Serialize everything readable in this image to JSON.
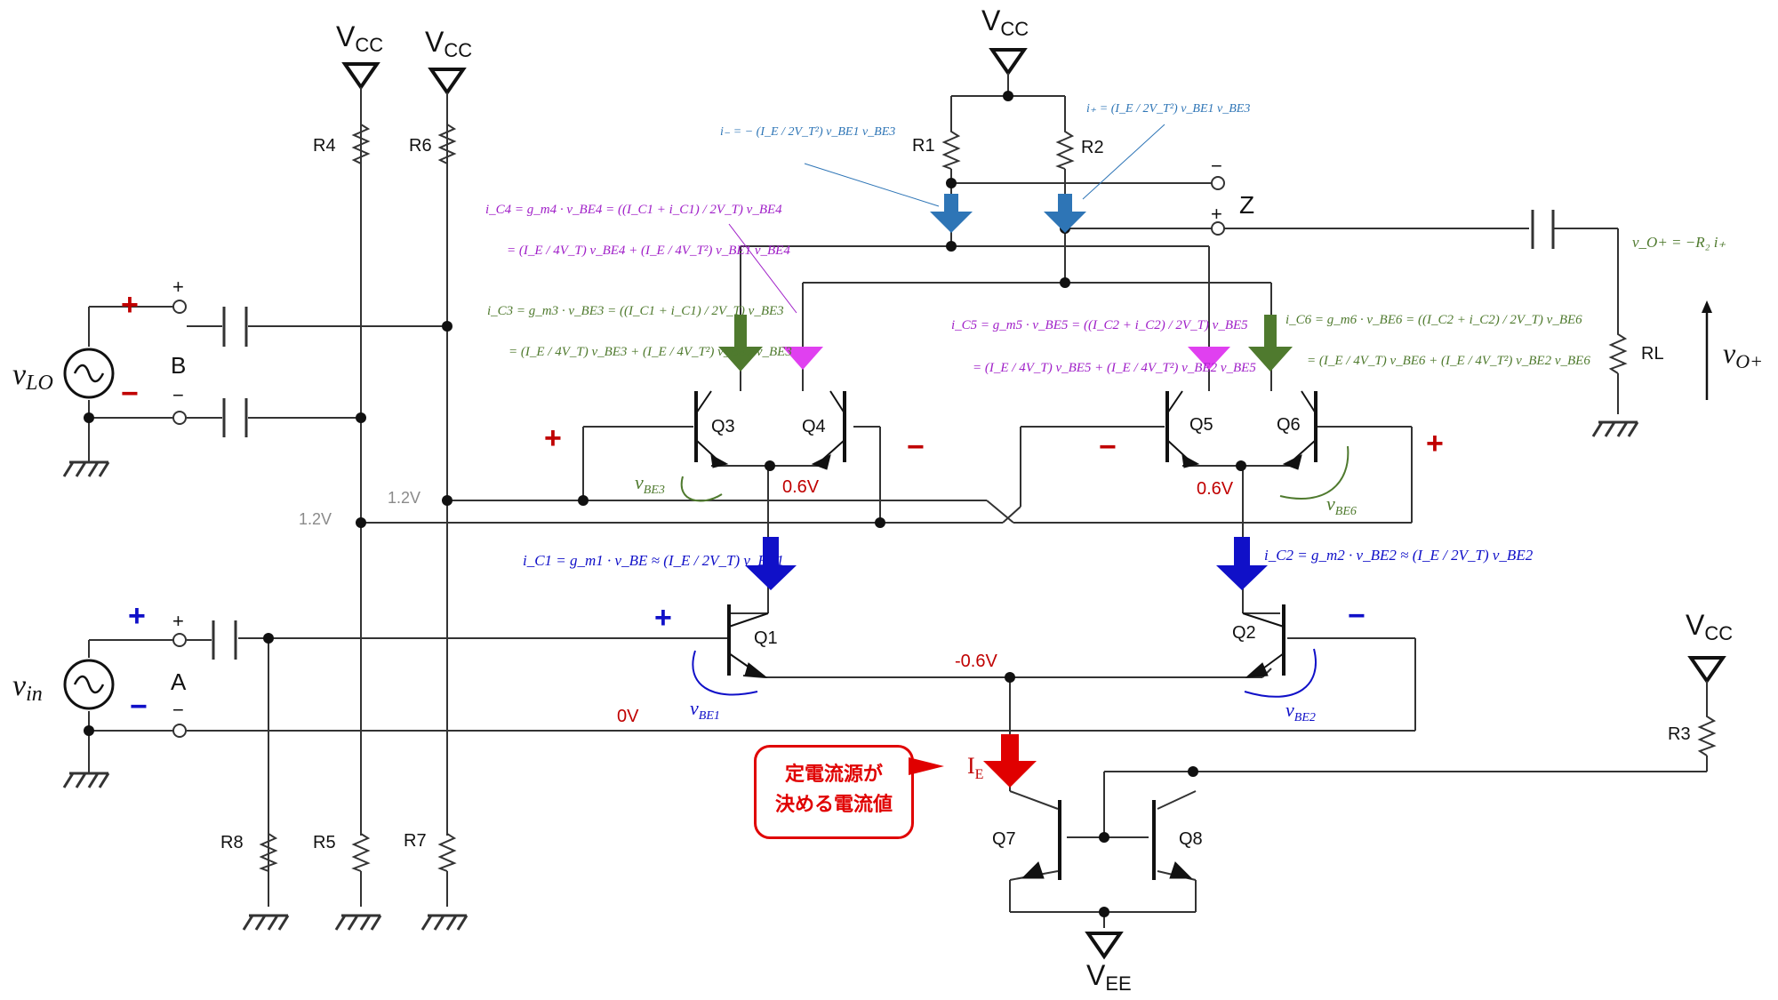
{
  "supply": {
    "vcc": "V",
    "vcc_sub": "CC",
    "vee": "V",
    "vee_sub": "EE"
  },
  "resistors": [
    "R1",
    "R2",
    "R3",
    "R4",
    "R5",
    "R6",
    "R7",
    "R8",
    "RL"
  ],
  "transistors": [
    "Q1",
    "Q2",
    "Q3",
    "Q4",
    "Q5",
    "Q6",
    "Q7",
    "Q8"
  ],
  "sources": {
    "vlo": "v",
    "vlo_sub": "LO",
    "vin": "v",
    "vin_sub": "in",
    "port_b": "B",
    "port_a": "A",
    "port_z": "Z"
  },
  "signs": {
    "plus": "+",
    "minus": "−"
  },
  "voltages": {
    "v06": "0.6V",
    "vm06": "-0.6V",
    "v0": "0V",
    "v12": "1.2V"
  },
  "currents": {
    "ie": "I",
    "ie_sub": "E",
    "i_minus": "i₋ = − (I_E / 2V_T²) v_BE1 v_BE3",
    "i_plus": "i₊ = (I_E / 2V_T²) v_BE1 v_BE3",
    "ic4_line1": "i_C4 = g_m4 · v_BE4 = ((I_C1 + i_C1) / 2V_T) v_BE4",
    "ic4_line2": "= (I_E / 4V_T) v_BE4 + (I_E / 4V_T²) v_BE1 v_BE4",
    "ic3_line1": "i_C3 = g_m3 · v_BE3 = ((I_C1 + i_C1) / 2V_T) v_BE3",
    "ic3_line2": "= (I_E / 4V_T) v_BE3 + (I_E / 4V_T²) v_BE1 v_BE3",
    "ic5_line1": "i_C5 = g_m5 · v_BE5 = ((I_C2 + i_C2) / 2V_T) v_BE5",
    "ic5_line2": "= (I_E / 4V_T) v_BE5 + (I_E / 4V_T²) v_BE2 v_BE5",
    "ic6_line1": "i_C6 = g_m6 · v_BE6 = ((I_C2 + i_C2) / 2V_T) v_BE6",
    "ic6_line2": "= (I_E / 4V_T) v_BE6 + (I_E / 4V_T²) v_BE2 v_BE6",
    "ic1": "i_C1 = g_m1 · v_BE ≈ (I_E / 2V_T) v_BE1",
    "ic2": "i_C2 = g_m2 · v_BE2 ≈ (I_E / 2V_T) v_BE2",
    "vo_eq": "v_O+ = −R₂ i₊"
  },
  "vbe": {
    "vbe1": "v",
    "vbe1_sub": "BE1",
    "vbe2": "v",
    "vbe2_sub": "BE2",
    "vbe3": "v",
    "vbe3_sub": "BE3",
    "vbe6": "v",
    "vbe6_sub": "BE6"
  },
  "output": {
    "vo": "v",
    "vo_sub": "O+"
  },
  "callout": {
    "line1": "定電流源が",
    "line2": "決める電流値"
  },
  "colors": {
    "red": "#e00000",
    "steel_blue": "#2e75b6",
    "navy": "#1010c8",
    "purple": "#a020c8",
    "magenta": "#e040f0",
    "green": "#4f7a2e",
    "grey": "#8a8a8a"
  }
}
